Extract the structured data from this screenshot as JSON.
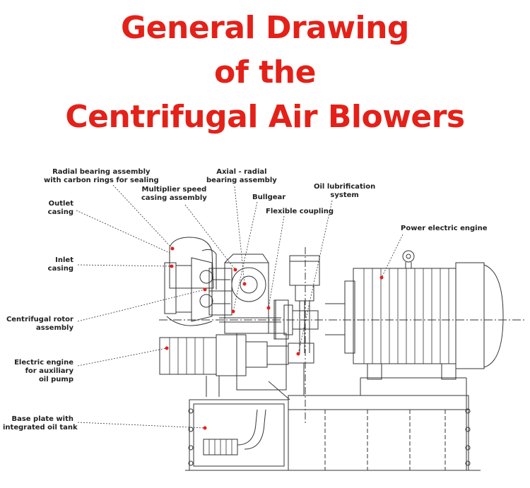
{
  "title": {
    "line1": "General Drawing",
    "line2": "of the",
    "line3": "Centrifugal Air Blowers"
  },
  "labels": {
    "radial_bearing": {
      "line1": "Radial bearing assembly",
      "line2": "with carbon rings for sealing"
    },
    "outlet_casing": {
      "line1": "Outlet",
      "line2": "casing"
    },
    "inlet_casing": {
      "line1": "Inlet",
      "line2": "casing"
    },
    "centrifugal_rotor": {
      "line1": "Centrifugal rotor",
      "line2": "assembly"
    },
    "aux_engine": {
      "line1": "Electric engine",
      "line2": "for auxiliary",
      "line3": "oil pump"
    },
    "base_plate": {
      "line1": "Base plate with",
      "line2": "integrated oil tank"
    },
    "multiplier": {
      "line1": "Multiplier speed",
      "line2": "casing assembly"
    },
    "axial_radial": {
      "line1": "Axial - radial",
      "line2": "bearing assembly"
    },
    "bullgear": {
      "line1": "Bullgear"
    },
    "coupling": {
      "line1": "Flexible coupling"
    },
    "oil_system": {
      "line1": "Oil lubrification",
      "line2": "system"
    },
    "power_engine": {
      "line1": "Power electric engine"
    }
  },
  "colors": {
    "title": "#e32119",
    "marker": "#e32119",
    "line": "#333333",
    "text": "#222222"
  }
}
